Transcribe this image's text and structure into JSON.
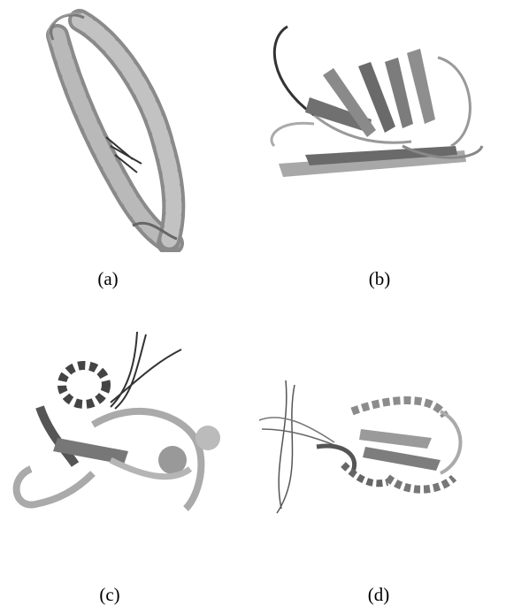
{
  "panels": [
    {
      "id": "a",
      "caption": "(a)"
    },
    {
      "id": "b",
      "caption": "(b)"
    },
    {
      "id": "c",
      "caption": "(c)"
    },
    {
      "id": "d",
      "caption": "(d)"
    }
  ],
  "colors": {
    "background": "#ffffff",
    "ribbon_light": "#b9b9b9",
    "ribbon_mid": "#8e8e8e",
    "ribbon_dark": "#555555",
    "strand_dark": "#4a4a4a",
    "coil": "#3a3a3a"
  }
}
